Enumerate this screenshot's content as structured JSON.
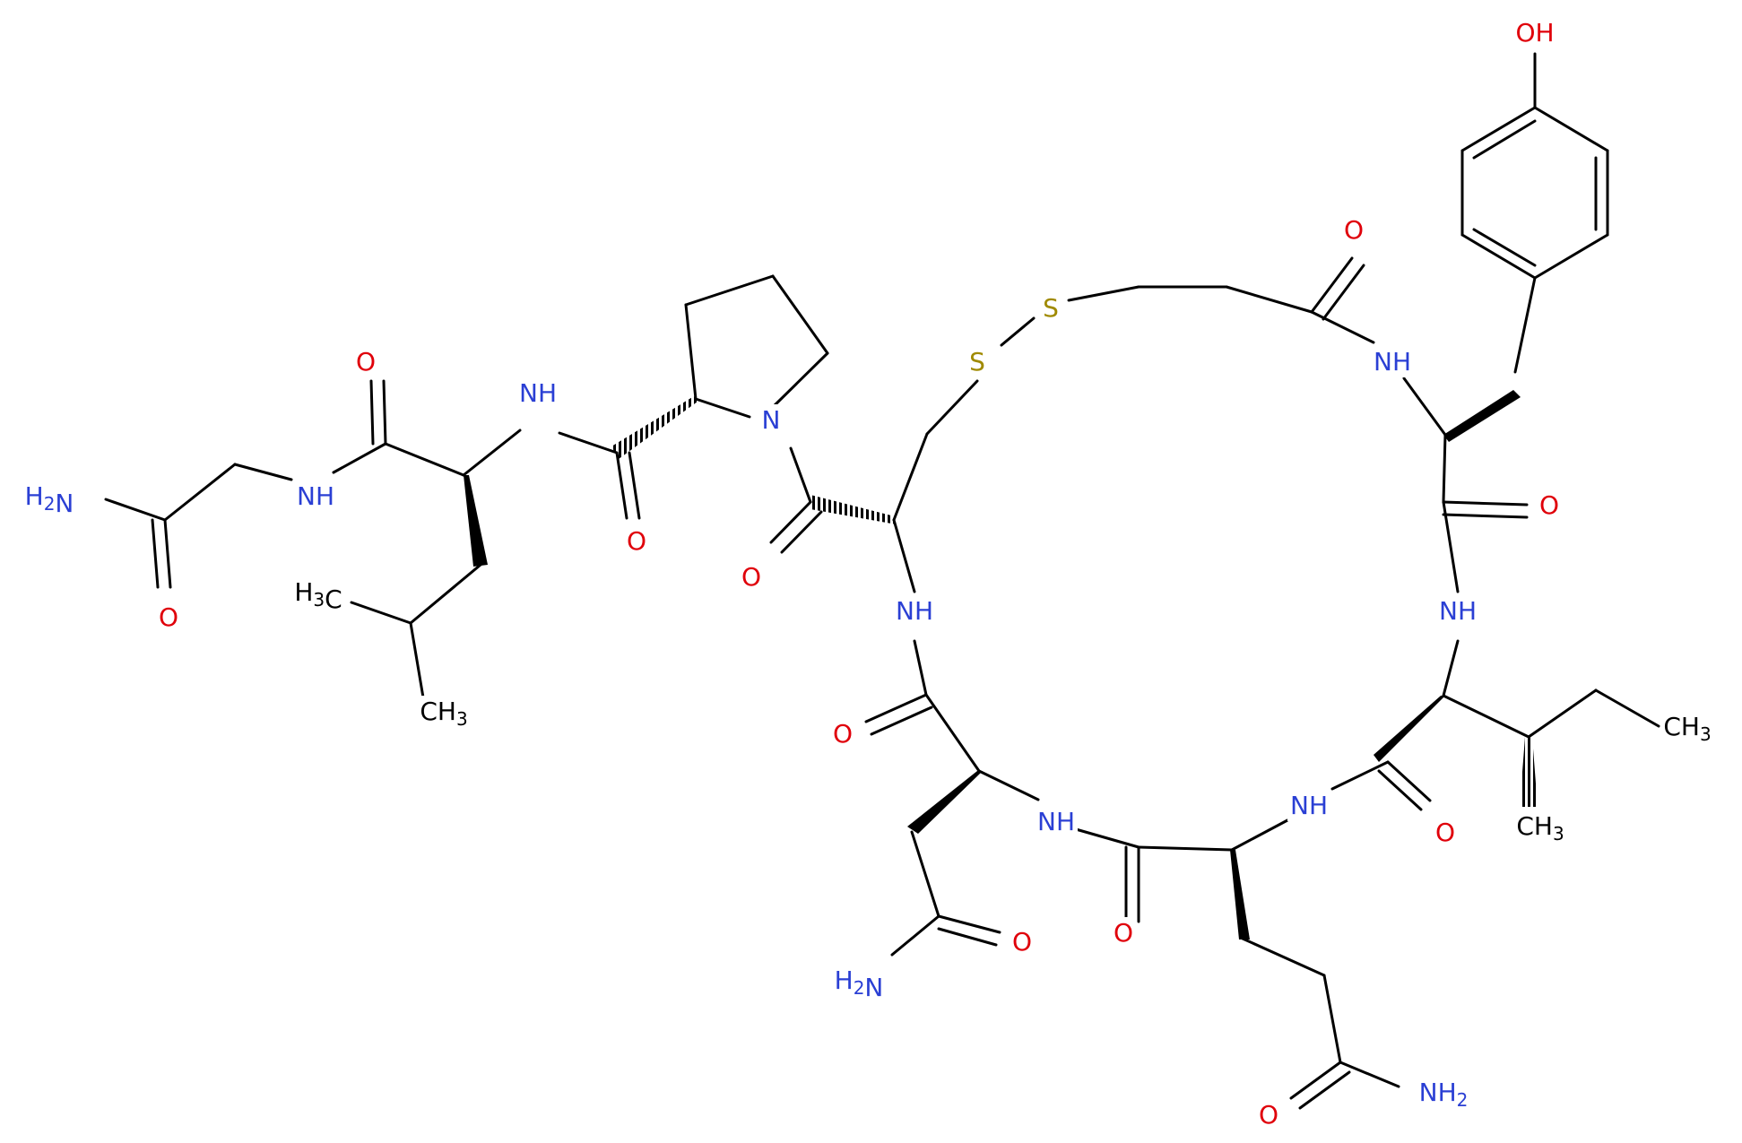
{
  "colors": {
    "N": "#2a3fd4",
    "O": "#e0000a",
    "S": "#a08a00",
    "C": "#000000",
    "bond": "#000000"
  },
  "atom_labels": [
    {
      "id": "oh",
      "el": "O",
      "text": "OH"
    },
    {
      "id": "o-tyr-top",
      "el": "O",
      "text": "O"
    },
    {
      "id": "s1",
      "el": "S",
      "text": "S"
    },
    {
      "id": "s2",
      "el": "S",
      "text": "S"
    },
    {
      "id": "nh-tyr",
      "el": "N",
      "text": "NH"
    },
    {
      "id": "o-leu",
      "el": "O",
      "text": "O"
    },
    {
      "id": "nh-leu",
      "el": "N",
      "text": "NH"
    },
    {
      "id": "n-pro",
      "el": "N",
      "text": "N"
    },
    {
      "id": "h2n-gly",
      "el": "N",
      "text": "H2N"
    },
    {
      "id": "nh-gly",
      "el": "N",
      "text": "NH"
    },
    {
      "id": "o-gly",
      "el": "O",
      "text": "O"
    },
    {
      "id": "o-pro",
      "el": "O",
      "text": "O"
    },
    {
      "id": "h3c-leu",
      "el": "C",
      "text": "H3C"
    },
    {
      "id": "ch3-leu",
      "el": "C",
      "text": "CH3"
    },
    {
      "id": "o-cys",
      "el": "O",
      "text": "O"
    },
    {
      "id": "nh-cys",
      "el": "N",
      "text": "NH"
    },
    {
      "id": "o-tyr",
      "el": "O",
      "text": "O"
    },
    {
      "id": "nh-ile",
      "el": "N",
      "text": "NH"
    },
    {
      "id": "o-asn",
      "el": "O",
      "text": "O"
    },
    {
      "id": "ch3-ile-eth",
      "el": "C",
      "text": "CH3"
    },
    {
      "id": "nh-asn",
      "el": "N",
      "text": "NH"
    },
    {
      "id": "nh-gln",
      "el": "N",
      "text": "NH"
    },
    {
      "id": "o-ile",
      "el": "O",
      "text": "O"
    },
    {
      "id": "ch3-ile",
      "el": "C",
      "text": "CH3"
    },
    {
      "id": "o-asn-side",
      "el": "O",
      "text": "O"
    },
    {
      "id": "h2n-asn",
      "el": "N",
      "text": "H2N"
    },
    {
      "id": "o-gln",
      "el": "O",
      "text": "O"
    },
    {
      "id": "o-gln-side",
      "el": "O",
      "text": "O"
    },
    {
      "id": "nh2-gln",
      "el": "N",
      "text": "NH2"
    }
  ]
}
